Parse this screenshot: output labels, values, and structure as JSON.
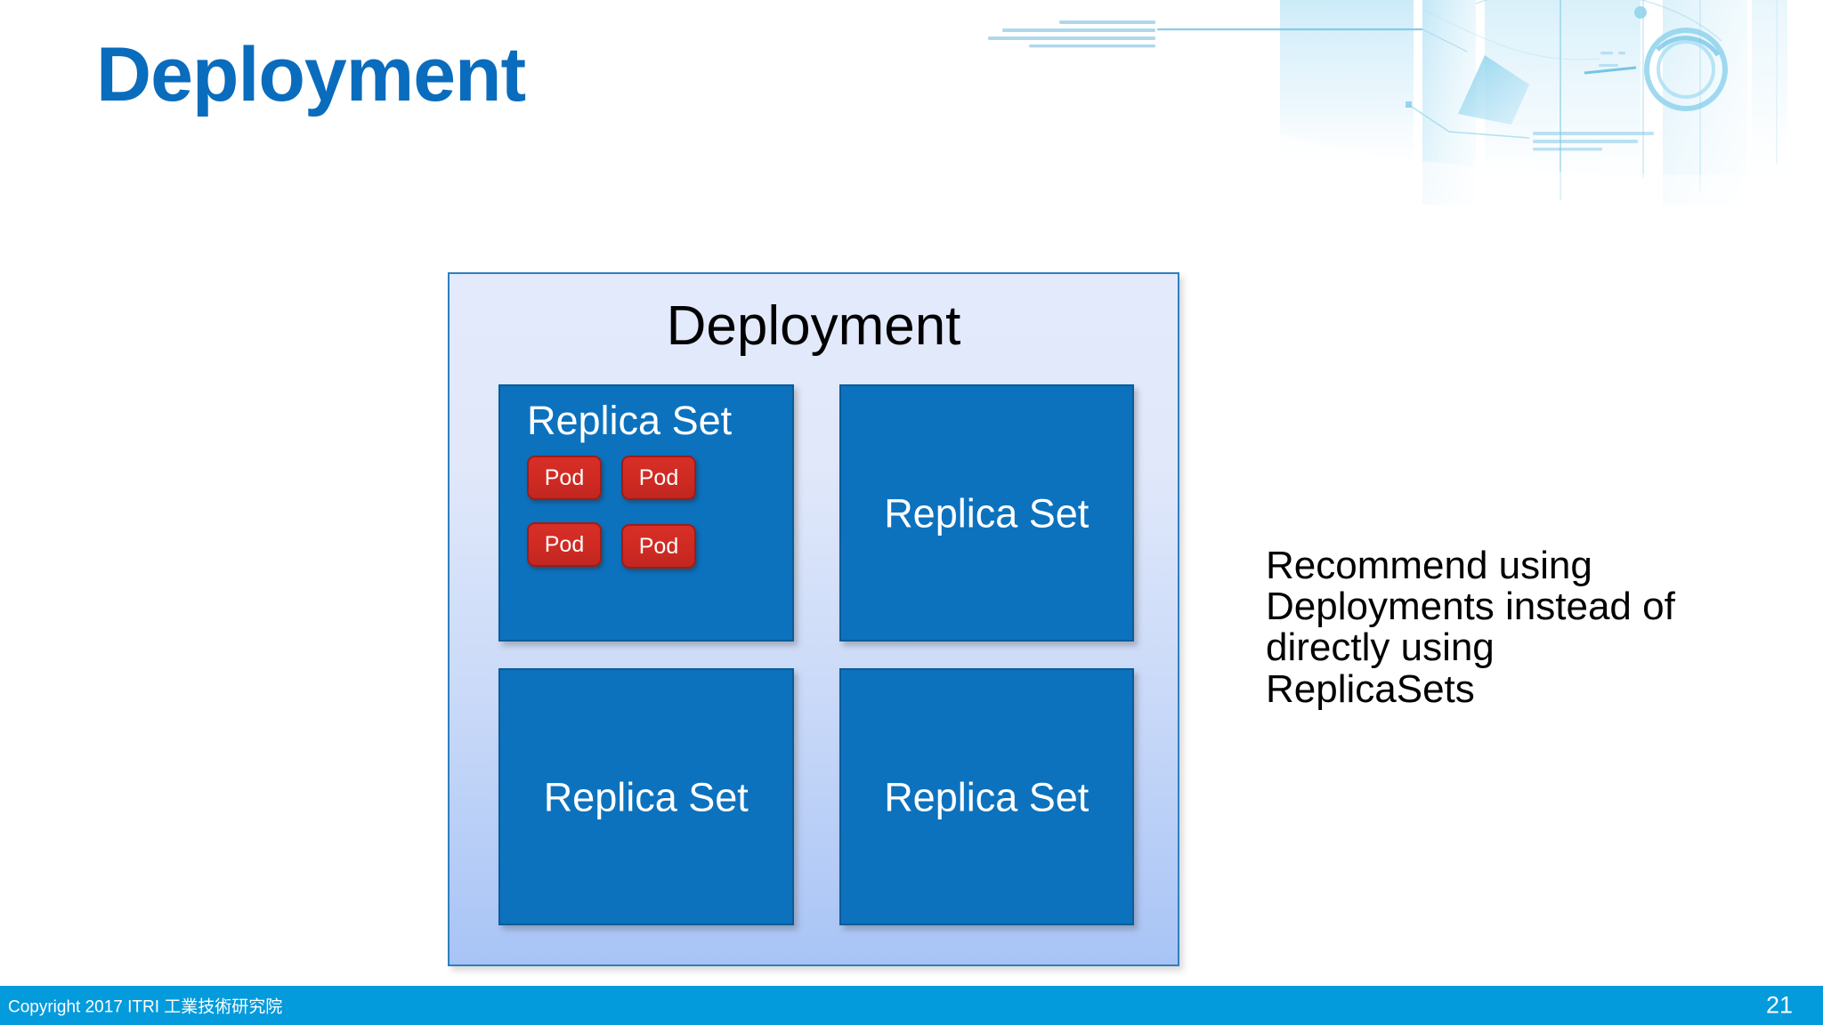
{
  "slide": {
    "title": "Deployment",
    "title_color": "#0a6cbd",
    "background": "#ffffff"
  },
  "diagram": {
    "container_label": "Deployment",
    "container_fill_top": "#e3eafb",
    "container_fill_bottom": "#a8c4f6",
    "container_border": "#2f7fc1",
    "replica_set_fill": "#0c72be",
    "replica_set_border": "#0b5c99",
    "pod_fill": "#cf2a22",
    "pod_border": "#9e1c18",
    "replica_sets": [
      {
        "label": "Replica Set",
        "label_position": "top",
        "pods": [
          {
            "label": "Pod"
          },
          {
            "label": "Pod"
          },
          {
            "label": "Pod"
          },
          {
            "label": "Pod"
          }
        ]
      },
      {
        "label": "Replica Set",
        "label_position": "center",
        "pods": []
      },
      {
        "label": "Replica Set",
        "label_position": "center",
        "pods": []
      },
      {
        "label": "Replica Set",
        "label_position": "center",
        "pods": []
      }
    ]
  },
  "side_note": {
    "lines": [
      "Recommend using",
      "Deployments instead of",
      "directly using",
      "ReplicaSets"
    ]
  },
  "footer": {
    "copyright": "Copyright 2017  ITRI 工業技術研究院",
    "page_number": "21",
    "bar_color": "#039bdc"
  },
  "decoration": {
    "name": "tech-circuit-graphic",
    "accent": "#aadcf2"
  }
}
